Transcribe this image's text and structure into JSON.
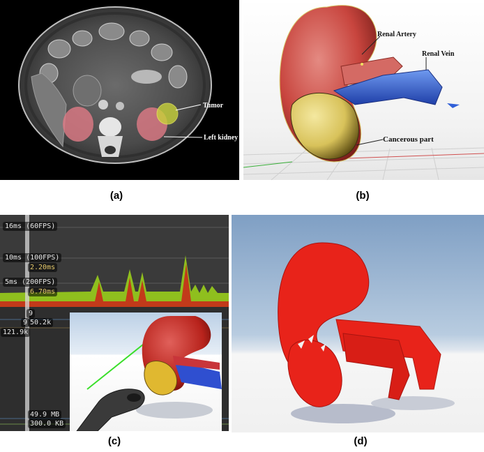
{
  "panel_a": {
    "labels": {
      "tumor": "Tumor",
      "left_kidney": "Left kidney"
    },
    "caption": "(a)"
  },
  "panel_b": {
    "labels": {
      "renal_artery": "Renal Artery",
      "renal_vein": "Renal Vein",
      "cancerous_part": "Cancerous part"
    },
    "caption": "(b)"
  },
  "panel_c": {
    "labels": {
      "ms16": "16ms (60FPS)",
      "ms10": "10ms (100FPS)",
      "ms10_value": "2.20ms",
      "ms5": "5ms (200FPS)",
      "ms5_value": "6.70ms",
      "count_9": "9",
      "count_9b": "9",
      "value_50k": "50.2k",
      "value_121k": "121.9k",
      "mem_1": "49.9 MB",
      "mem_2": "300.0 KB"
    },
    "caption": "(c)"
  },
  "panel_d": {
    "caption": "(d)"
  },
  "colors": {
    "kidney_red": "#c8453e",
    "tumor_yellow": "#d8c25a",
    "vein_blue": "#2f5fd8",
    "profiler_green": "#8fbf1e",
    "profiler_red": "#c23a1a",
    "unity_red": "#e8231a",
    "sky_blue": "#93afcf"
  }
}
